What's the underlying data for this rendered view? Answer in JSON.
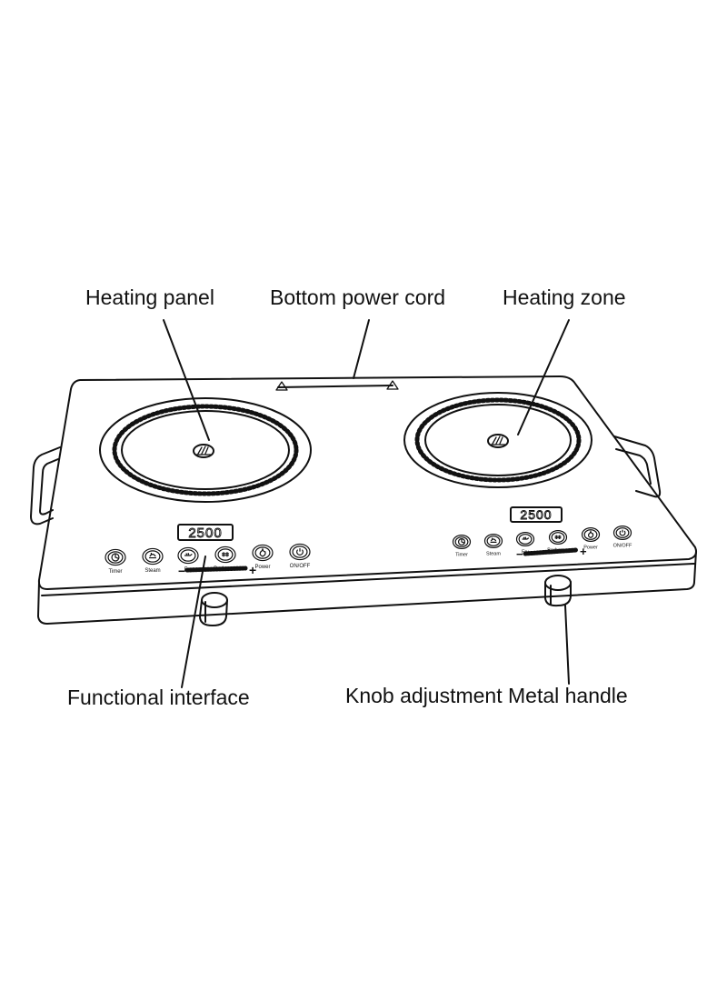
{
  "labels": {
    "heating_panel": "Heating panel",
    "bottom_power_cord": "Bottom power cord",
    "heating_zone": "Heating zone",
    "functional_interface": "Functional interface",
    "knob_adjustment_metal_handle": "Knob adjustment Metal handle"
  },
  "left_zone": {
    "display": "2500",
    "buttons": [
      "Timer",
      "Steam",
      "Fry",
      "Barbecue",
      "Power",
      "ON/OFF"
    ],
    "minus": "−",
    "plus": "+"
  },
  "right_zone": {
    "display": "2500",
    "buttons": [
      "Timer",
      "Steam",
      "Fry",
      "Barbecue",
      "Power",
      "ON/OFF"
    ],
    "minus": "−",
    "plus": "+"
  },
  "colors": {
    "line": "#111111",
    "background": "#ffffff"
  },
  "icons": [
    "timer-icon",
    "steam-icon",
    "fry-icon",
    "barbecue-icon",
    "power-flame-icon",
    "power-toggle-icon",
    "hand-touch-icon",
    "warning-triangle-icon"
  ]
}
